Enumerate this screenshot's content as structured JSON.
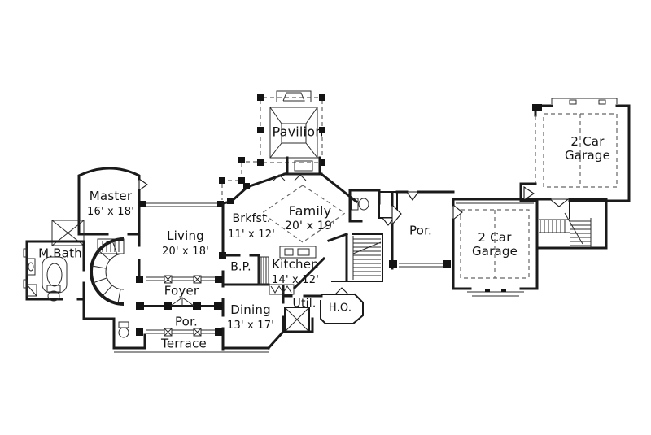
{
  "plan": {
    "type": "residential-first-floor-plan",
    "colors": {
      "ink": "#1a1a1a",
      "paper": "#ffffff"
    }
  },
  "rooms": {
    "pavilion": {
      "label": "Pavilion"
    },
    "garage_upper": {
      "line1": "2 Car",
      "line2": "Garage"
    },
    "garage_lower": {
      "line1": "2 Car",
      "line2": "Garage"
    },
    "master": {
      "label": "Master",
      "dims": "16' x 18'"
    },
    "mbath": {
      "label": "M.Bath"
    },
    "living": {
      "label": "Living",
      "dims": "20' x 18'"
    },
    "brkfst": {
      "label": "Brkfst.",
      "dims": "11' x 12'"
    },
    "family": {
      "label": "Family",
      "dims": "20' x 19'"
    },
    "bp": {
      "label": "B.P."
    },
    "kitchen": {
      "label": "Kitchen",
      "dims": "14' x 12'"
    },
    "foyer": {
      "label": "Foyer"
    },
    "dining": {
      "label": "Dining",
      "dims": "13' x 17'"
    },
    "util": {
      "label": "Util."
    },
    "ho": {
      "label": "H.O."
    },
    "por_right": {
      "label": "Por."
    },
    "por_bottom": {
      "label": "Por."
    },
    "terrace": {
      "label": "Terrace"
    }
  }
}
